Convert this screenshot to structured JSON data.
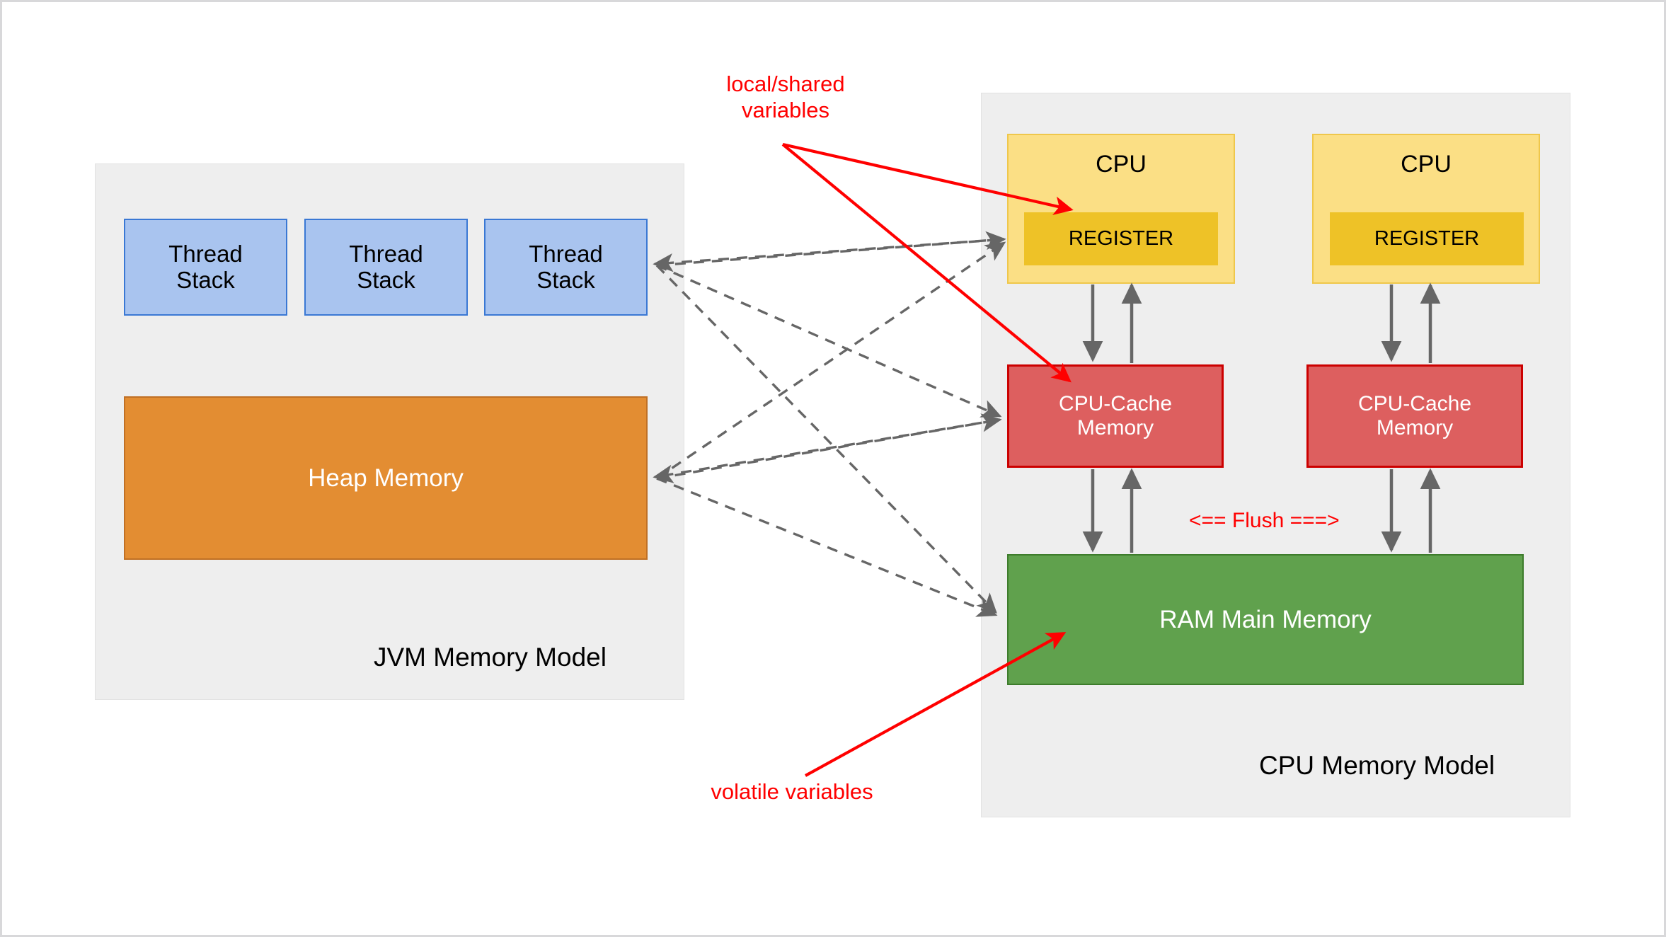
{
  "diagram": {
    "title_visible": false,
    "colors": {
      "thread_stack_fill": "#a9c4ef",
      "thread_stack_border": "#3a78d4",
      "heap_fill": "#e38d32",
      "heap_border": "#c07025",
      "cpu_fill": "#fbdf85",
      "cpu_border": "#efc74b",
      "register_fill": "#eec227",
      "cache_fill": "#dd5f5f",
      "cache_border": "#cc0000",
      "ram_fill": "#60a14d",
      "ram_border": "#3d7c2b",
      "group_fill": "#eeeeee",
      "annotation_red": "#ff0000",
      "wire_gray": "#666666"
    }
  },
  "jvm": {
    "label": "JVM Memory Model",
    "thread_stacks": [
      {
        "label": "Thread\nStack"
      },
      {
        "label": "Thread\nStack"
      },
      {
        "label": "Thread\nStack"
      }
    ],
    "heap": {
      "label": "Heap Memory"
    }
  },
  "cpu_model": {
    "label": "CPU Memory Model",
    "cpus": [
      {
        "title": "CPU",
        "register": "REGISTER",
        "cache": "CPU-Cache\nMemory"
      },
      {
        "title": "CPU",
        "register": "REGISTER",
        "cache": "CPU-Cache\nMemory"
      }
    ],
    "ram": {
      "label": "RAM Main Memory"
    },
    "flush_label": "<== Flush ===>"
  },
  "annotations": {
    "local_shared": "local/shared\nvariables",
    "volatile": "volatile variables"
  }
}
